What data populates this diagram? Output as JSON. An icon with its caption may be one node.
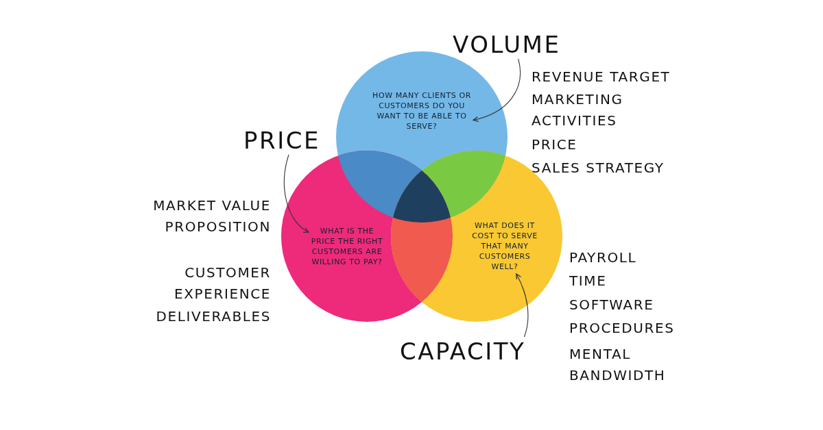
{
  "diagram": {
    "nodes": [
      {
        "text": [
          "VOLUME"
        ]
      },
      {
        "text": [
          "HOW MANY CLIENTS OR CUSTOMERS DO YOU WANT TO BE ABLE TO SERVE?"
        ]
      },
      {
        "text": [
          "PRICE"
        ]
      },
      {
        "text": [
          "WHAT IS THE PRICE THE RIGHT CUSTOMERS ARE WILLING TO PAY?"
        ]
      },
      {
        "text": [
          "CAPACITY"
        ]
      },
      {
        "text": [
          "WHAT DOES IT COST TO SERVE THAT MANY CUSTOMERS WELL?"
        ]
      }
    ],
    "edges": [
      {
        "from": 0,
        "to": 1,
        "arrow": "to"
      },
      {
        "from": 2,
        "to": 3,
        "arrow": "to"
      },
      {
        "from": 4,
        "to": 5,
        "arrow": "to"
      }
    ],
    "labels": [
      "REVENUE TARGET",
      "MARKETING ACTIVITIES",
      "PRICE",
      "SALES STRATEGY",
      "MARKET VALUE PROPOSITION",
      "CUSTOMER EXPERIENCE",
      "DELIVERABLES",
      "PAYROLL",
      "TIME",
      "SOFTWARE",
      "PROCEDURES",
      "MENTAL BANDWIDTH"
    ]
  }
}
